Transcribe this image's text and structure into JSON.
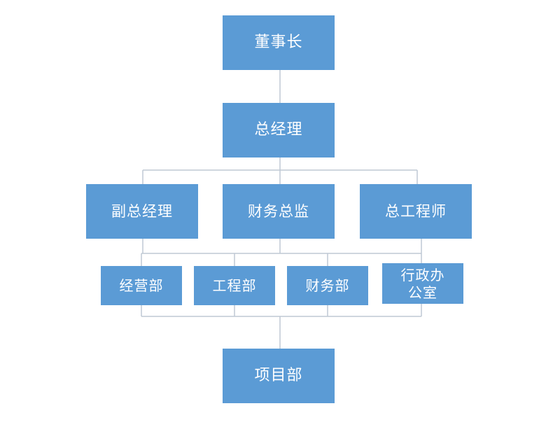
{
  "org_chart": {
    "chairman": "董事长",
    "general_manager": "总经理",
    "deputy_gm": "副总经理",
    "finance_director": "财务总监",
    "chief_engineer": "总工程师",
    "business_dept": "经营部",
    "engineering_dept": "工程部",
    "finance_dept": "财务部",
    "admin_office_line1": "行政办",
    "admin_office_line2": "公室",
    "project_dept": "项目部"
  },
  "colors": {
    "box_fill": "#5b9bd5",
    "box_text": "#ffffff",
    "connector": "#bfc8d4"
  }
}
